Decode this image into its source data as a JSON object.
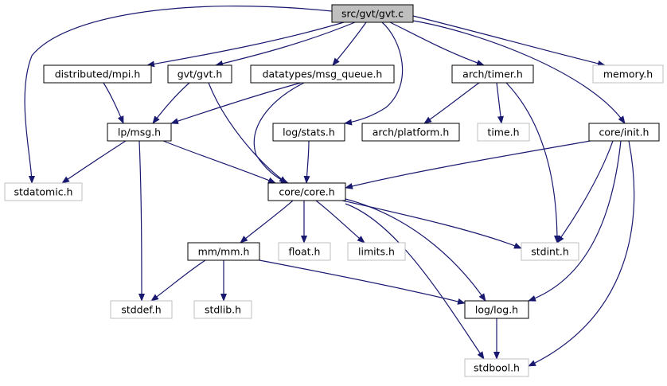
{
  "colors": {
    "edge": "#191970",
    "box_border_local": "#000000",
    "box_border_system": "#bfbfbf",
    "box_fill_root": "#bfbfbf",
    "box_fill": "#ffffff"
  },
  "nodes": [
    {
      "id": "gvt_c",
      "label": "src/gvt/gvt.c",
      "kind": "root"
    },
    {
      "id": "mpi",
      "label": "distributed/mpi.h",
      "kind": "local"
    },
    {
      "id": "gvt_h",
      "label": "gvt/gvt.h",
      "kind": "local"
    },
    {
      "id": "msg_queue",
      "label": "datatypes/msg_queue.h",
      "kind": "local"
    },
    {
      "id": "timer",
      "label": "arch/timer.h",
      "kind": "local"
    },
    {
      "id": "memory",
      "label": "memory.h",
      "kind": "system"
    },
    {
      "id": "lp_msg",
      "label": "lp/msg.h",
      "kind": "local"
    },
    {
      "id": "stats",
      "label": "log/stats.h",
      "kind": "local"
    },
    {
      "id": "platform",
      "label": "arch/platform.h",
      "kind": "local"
    },
    {
      "id": "time",
      "label": "time.h",
      "kind": "system"
    },
    {
      "id": "init",
      "label": "core/init.h",
      "kind": "local"
    },
    {
      "id": "stdatomic",
      "label": "stdatomic.h",
      "kind": "system"
    },
    {
      "id": "core",
      "label": "core/core.h",
      "kind": "local"
    },
    {
      "id": "mm",
      "label": "mm/mm.h",
      "kind": "local"
    },
    {
      "id": "float",
      "label": "float.h",
      "kind": "system"
    },
    {
      "id": "limits",
      "label": "limits.h",
      "kind": "system"
    },
    {
      "id": "stdint",
      "label": "stdint.h",
      "kind": "system"
    },
    {
      "id": "stddef",
      "label": "stddef.h",
      "kind": "system"
    },
    {
      "id": "stdlib",
      "label": "stdlib.h",
      "kind": "system"
    },
    {
      "id": "log",
      "label": "log/log.h",
      "kind": "local"
    },
    {
      "id": "stdbool",
      "label": "stdbool.h",
      "kind": "system"
    }
  ],
  "edges": [
    [
      "gvt_c",
      "mpi"
    ],
    [
      "gvt_c",
      "gvt_h"
    ],
    [
      "gvt_c",
      "msg_queue"
    ],
    [
      "gvt_c",
      "timer"
    ],
    [
      "gvt_c",
      "memory"
    ],
    [
      "gvt_c",
      "stdatomic"
    ],
    [
      "gvt_c",
      "stats"
    ],
    [
      "gvt_c",
      "init"
    ],
    [
      "mpi",
      "lp_msg"
    ],
    [
      "gvt_h",
      "lp_msg"
    ],
    [
      "gvt_h",
      "core"
    ],
    [
      "msg_queue",
      "lp_msg"
    ],
    [
      "msg_queue",
      "core"
    ],
    [
      "timer",
      "platform"
    ],
    [
      "timer",
      "time"
    ],
    [
      "timer",
      "stdint"
    ],
    [
      "lp_msg",
      "stdatomic"
    ],
    [
      "lp_msg",
      "core"
    ],
    [
      "lp_msg",
      "stddef"
    ],
    [
      "stats",
      "core"
    ],
    [
      "init",
      "core"
    ],
    [
      "init",
      "stdint"
    ],
    [
      "init",
      "log"
    ],
    [
      "init",
      "stdbool"
    ],
    [
      "core",
      "mm"
    ],
    [
      "core",
      "float"
    ],
    [
      "core",
      "limits"
    ],
    [
      "core",
      "stdint"
    ],
    [
      "core",
      "log"
    ],
    [
      "core",
      "stdbool"
    ],
    [
      "mm",
      "stddef"
    ],
    [
      "mm",
      "stdlib"
    ],
    [
      "mm",
      "log"
    ],
    [
      "log",
      "stdbool"
    ]
  ]
}
